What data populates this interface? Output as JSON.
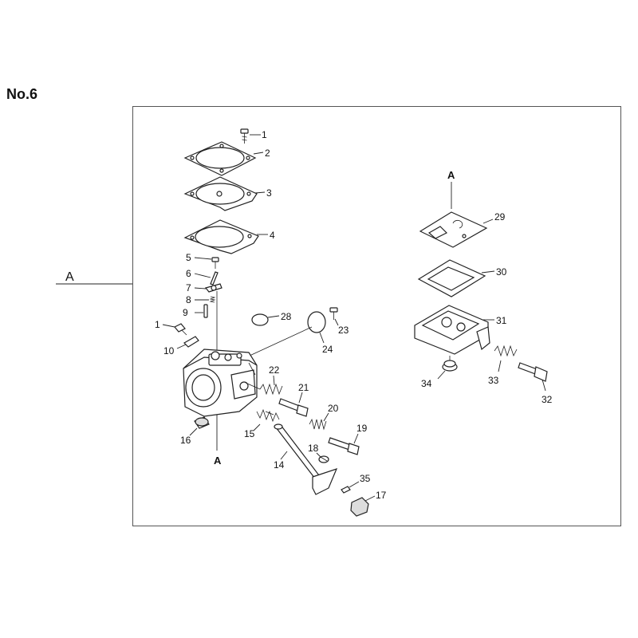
{
  "page": {
    "title": "No.6"
  },
  "reference": {
    "left_label": "A",
    "top_label": "A",
    "bottom_label": "A"
  },
  "callouts": [
    "1",
    "2",
    "3",
    "4",
    "5",
    "6",
    "7",
    "8",
    "9",
    "1",
    "10",
    "28",
    "23",
    "24",
    "22",
    "21",
    "20",
    "19",
    "18",
    "15",
    "16",
    "14",
    "35",
    "17",
    "29",
    "30",
    "31",
    "33",
    "34",
    "32"
  ]
}
